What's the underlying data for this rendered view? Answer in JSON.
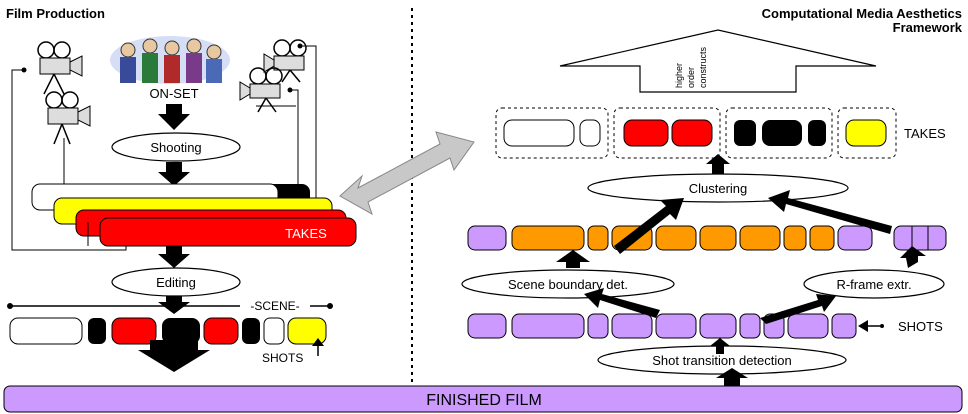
{
  "left": {
    "title": "Film Production",
    "on_set": "ON-SET",
    "shooting": "Shooting",
    "takes": "TAKES",
    "editing": "Editing",
    "scene": "-SCENE-",
    "shots": "SHOTS"
  },
  "right": {
    "title_line1": "Computational Media Aesthetics",
    "title_line2": "Framework",
    "arrow_text": [
      "higher",
      "order",
      "constructs"
    ],
    "takes": "TAKES",
    "clustering": "Clustering",
    "scene_boundary": "Scene boundary det.",
    "rframe": "R-frame extr.",
    "shots": "SHOTS",
    "shot_transition": "Shot transition detection"
  },
  "bottom": {
    "finished_film": "FINISHED FILM"
  },
  "colors": {
    "red": "#ff0000",
    "yellow": "#ffff00",
    "black": "#000000",
    "orange": "#ff9900",
    "lavender": "#cc99ff",
    "arrow_gray": "#c8c8c8"
  },
  "icons": [
    "film-camera-icon",
    "film-crew-icon",
    "double-arrow-icon"
  ]
}
